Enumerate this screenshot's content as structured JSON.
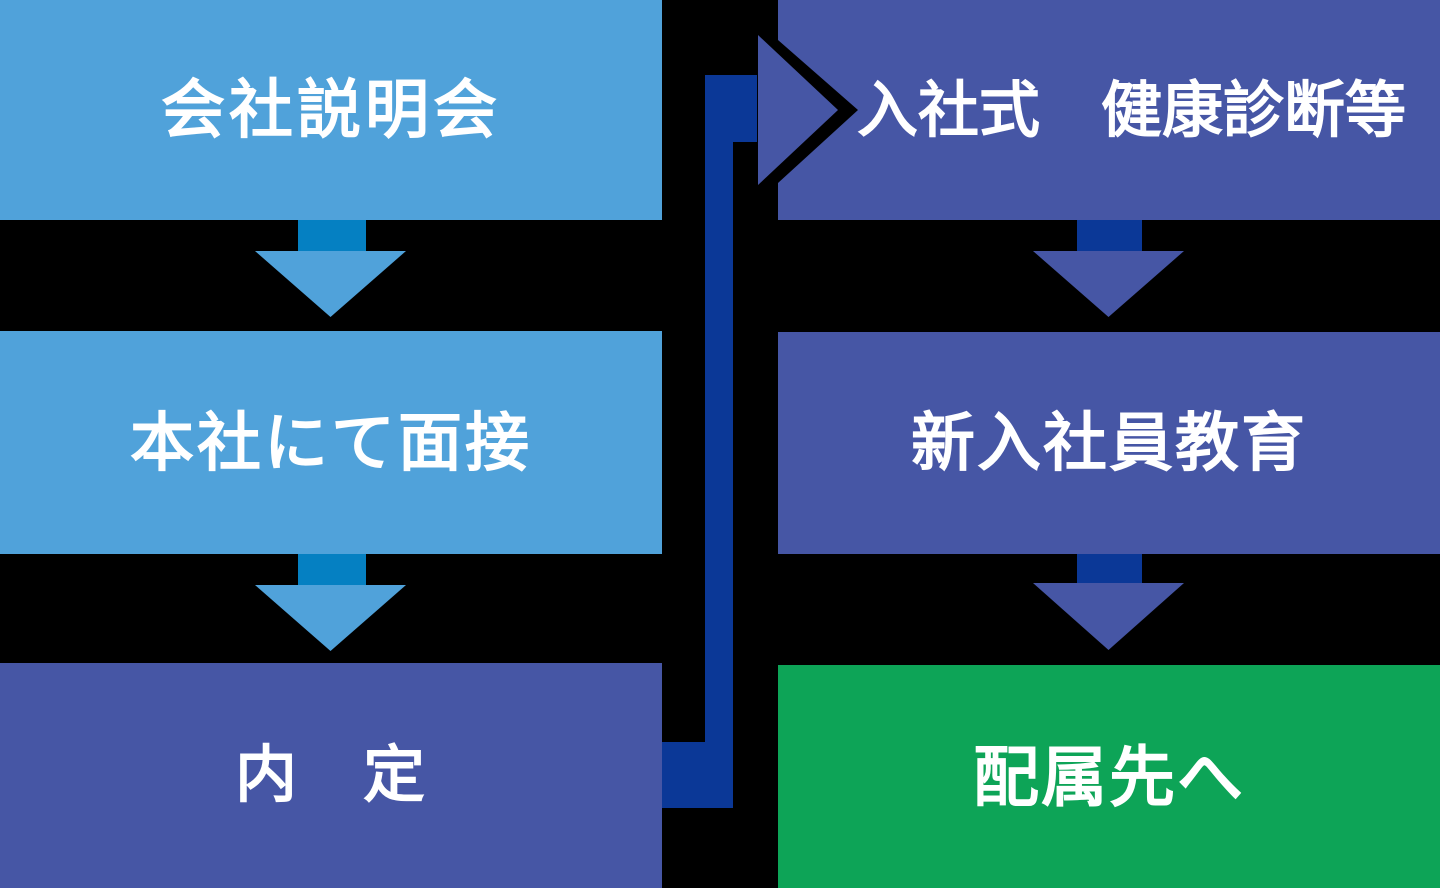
{
  "colors": {
    "background": "#000000",
    "light_blue_box": "#50A2DA",
    "indigo_box": "#4656A5",
    "green_box": "#0DA457",
    "small_arrow_stem_blue": "#0580C2",
    "navy_connector": "#0B3897",
    "text": "#FFFFFF"
  },
  "flow": {
    "left": [
      {
        "label": "会社説明会"
      },
      {
        "label": "本社にて面接"
      },
      {
        "label": "内　定"
      }
    ],
    "right": [
      {
        "label": "入社式　健康診断等"
      },
      {
        "label": "新入社員教育"
      },
      {
        "label": "配属先へ"
      }
    ]
  }
}
